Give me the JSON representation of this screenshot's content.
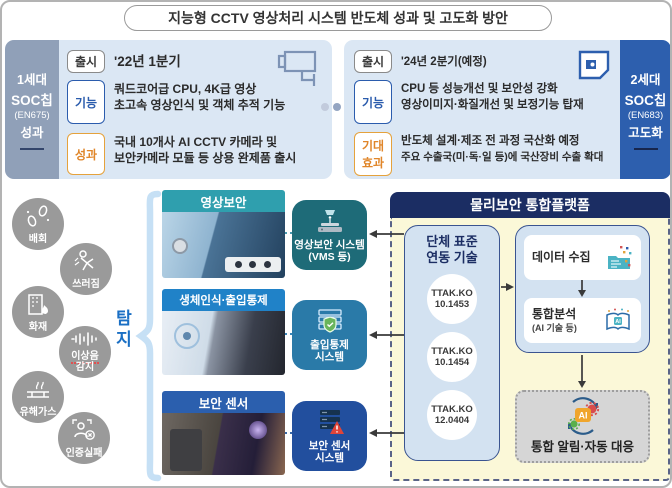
{
  "title": "지능형 CCTV 영상처리 시스템 반도체 성과 및 고도화 방안",
  "gen1": {
    "side": [
      "1세대",
      "SOC칩",
      "(EN675)",
      "성과"
    ],
    "release_badge": "출시",
    "release_value": "'22년 1분기",
    "feature_badge": "기능",
    "feature_line1": "쿼드코어급 CPU, 4K급 영상",
    "feature_line2": "초고속 영상인식 및 객체 추적 기능",
    "result_badge": "성과",
    "result_line1": "국내 10개사 AI CCTV 카메라 및",
    "result_line2": "보안카메라 모듈 등 상용 완제품 출시"
  },
  "gen2": {
    "side": [
      "2세대",
      "SOC칩",
      "(EN683)",
      "고도화"
    ],
    "release_badge": "출시",
    "release_value": "'24년 2분기(예정)",
    "feature_badge": "기능",
    "feature_line1": "CPU 등 성능개선 및 보안성 강화",
    "feature_line2": "영상이미지·화질개선 및 보정기능 탑재",
    "effect_badge_line1": "기대",
    "effect_badge_line2": "효과",
    "effect_line1": "반도체 설계·제조 전 과정 국산화 예정",
    "effect_line2": "주요 수출국(미·독·일 등)에 국산장비 수출 확대"
  },
  "detections": {
    "label": "탐지",
    "items": [
      {
        "name": "배회"
      },
      {
        "name": "쓰러짐"
      },
      {
        "name": "화재"
      },
      {
        "name_line1": "이상음",
        "name_line2": "감지"
      },
      {
        "name": "유해가스"
      },
      {
        "name": "인증실패"
      }
    ]
  },
  "categories": [
    {
      "title": "영상보안"
    },
    {
      "title": "생체인식·출입통제"
    },
    {
      "title": "보안 센서"
    }
  ],
  "systems": [
    {
      "line1": "영상보안 시스템",
      "line2": "(VMS 등)"
    },
    {
      "line1": "출입통제",
      "line2": "시스템"
    },
    {
      "line1": "보안 센서",
      "line2": "시스템"
    }
  ],
  "platform": {
    "title": "물리보안 통합플랫폼",
    "standards": {
      "title_line1": "단체 표준",
      "title_line2": "연동 기술",
      "items": [
        {
          "org": "TTAK.KO",
          "code": "10.1453"
        },
        {
          "org": "TTAK.KO",
          "code": "10.1454"
        },
        {
          "org": "TTAK.KO",
          "code": "12.0404"
        }
      ]
    },
    "process": {
      "step1": "데이터 수집",
      "step2": "통합분석",
      "step2_sub": "(AI 기술 등)"
    },
    "response": {
      "label": "통합 알림·자동 대응",
      "ai_label": "AI"
    }
  },
  "colors": {
    "cat1_header": "#2f9fae",
    "cat2_header": "#2082c8",
    "cat3_header": "#2b5fae",
    "sys1_bg": "#1e6b78",
    "sys2_bg": "#2a7aa8",
    "sys3_bg": "#224f9e",
    "platform_header": "#1b2d63",
    "platform_bg": "#fbf8d8",
    "accent_orange": "#e5a23c",
    "accent_blue": "#2b5cad"
  }
}
